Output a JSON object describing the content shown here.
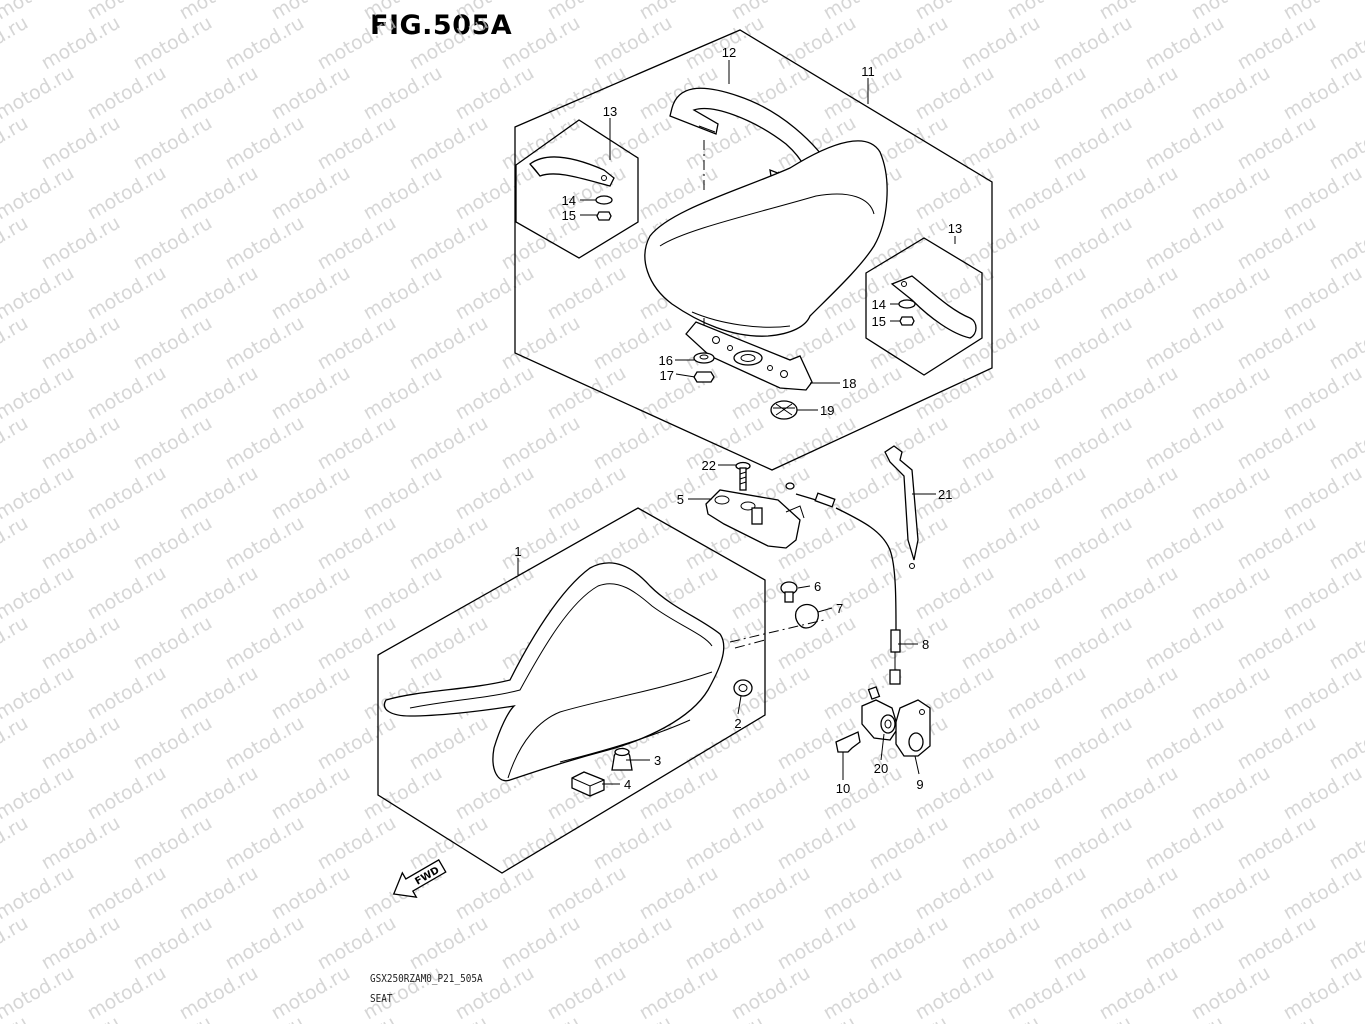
{
  "figure": {
    "title": "FIG.505A",
    "model_code": "GSX250RZAM0_P21_505A",
    "section_name": "SEAT"
  },
  "watermark": {
    "text": "motod.ru"
  },
  "fwd_arrow": {
    "label": "FWD"
  },
  "callouts": [
    {
      "id": "1",
      "label": "1"
    },
    {
      "id": "2",
      "label": "2"
    },
    {
      "id": "3",
      "label": "3"
    },
    {
      "id": "4",
      "label": "4"
    },
    {
      "id": "5",
      "label": "5"
    },
    {
      "id": "6",
      "label": "6"
    },
    {
      "id": "7",
      "label": "7"
    },
    {
      "id": "8",
      "label": "8"
    },
    {
      "id": "9",
      "label": "9"
    },
    {
      "id": "10",
      "label": "10"
    },
    {
      "id": "11",
      "label": "11"
    },
    {
      "id": "12",
      "label": "12"
    },
    {
      "id": "13a",
      "label": "13"
    },
    {
      "id": "13b",
      "label": "13"
    },
    {
      "id": "14a",
      "label": "14"
    },
    {
      "id": "14b",
      "label": "14"
    },
    {
      "id": "15a",
      "label": "15"
    },
    {
      "id": "15b",
      "label": "15"
    },
    {
      "id": "16",
      "label": "16"
    },
    {
      "id": "17",
      "label": "17"
    },
    {
      "id": "18",
      "label": "18"
    },
    {
      "id": "19",
      "label": "19"
    },
    {
      "id": "20",
      "label": "20"
    },
    {
      "id": "21",
      "label": "21"
    },
    {
      "id": "22",
      "label": "22"
    }
  ]
}
